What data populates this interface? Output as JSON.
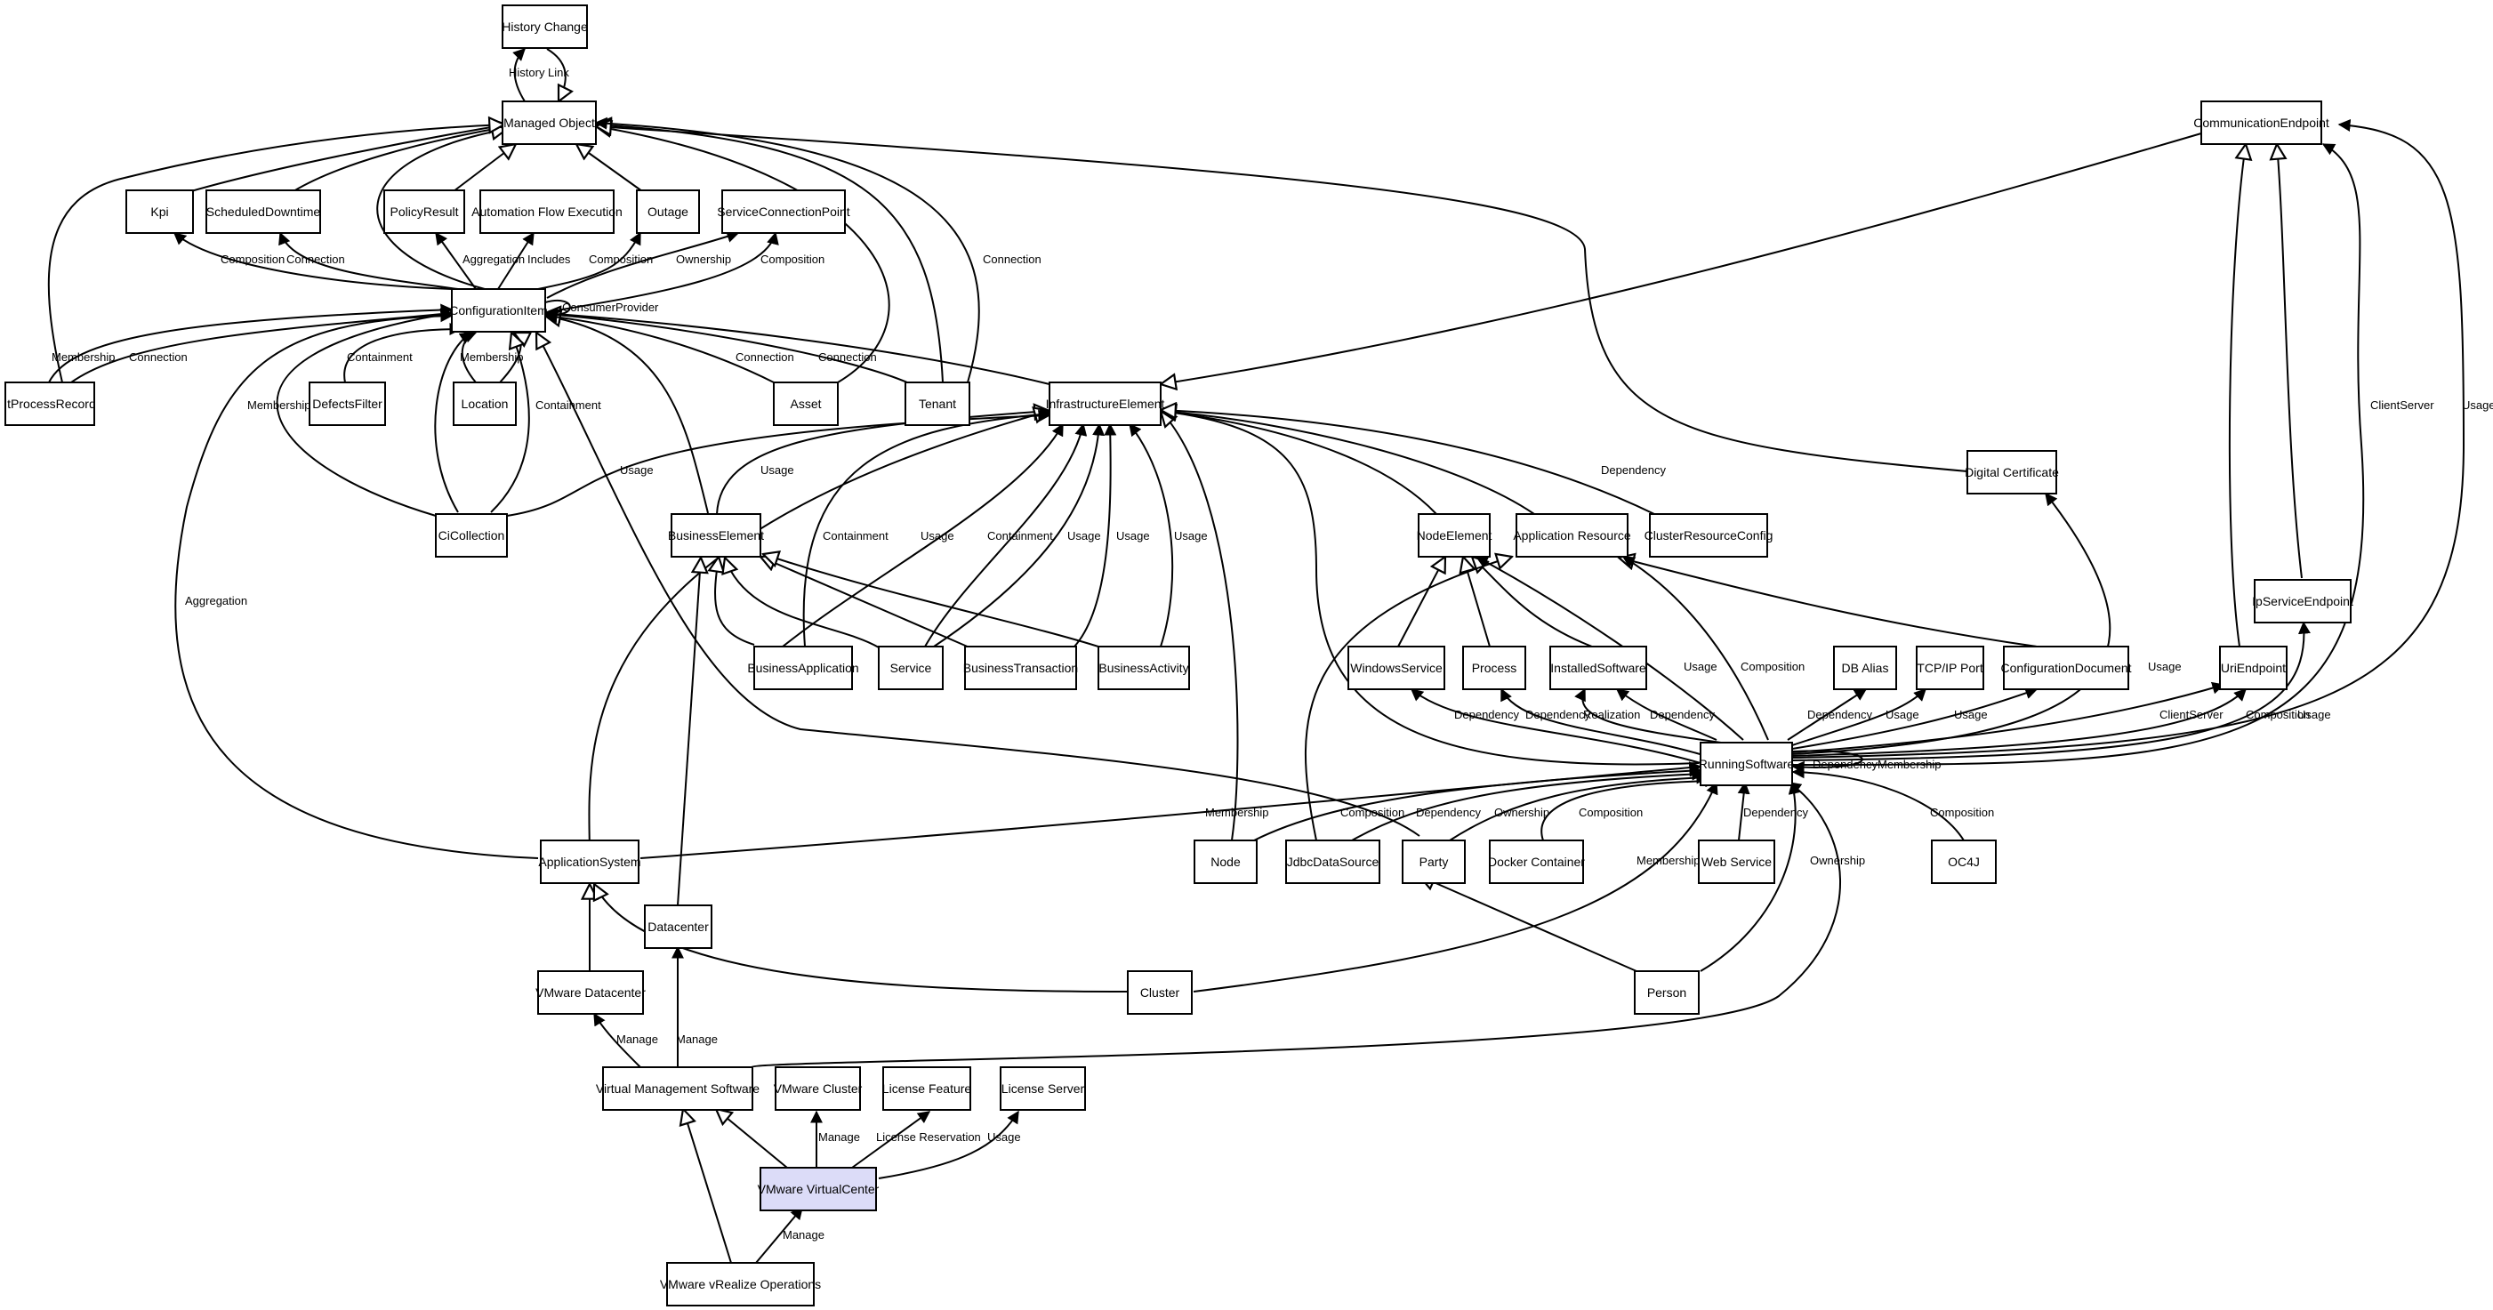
{
  "nodes": {
    "history_change": {
      "label": "History Change"
    },
    "managed_object": {
      "label": "Managed Object"
    },
    "communication_endpoint": {
      "label": "CommunicationEndpoint"
    },
    "kpi": {
      "label": "Kpi"
    },
    "scheduled_downtime": {
      "label": "ScheduledDowntime"
    },
    "policy_result": {
      "label": "PolicyResult"
    },
    "automation_flow_execution": {
      "label": "Automation Flow Execution"
    },
    "outage": {
      "label": "Outage"
    },
    "service_connection_point": {
      "label": "ServiceConnectionPoint"
    },
    "configuration_item": {
      "label": "ConfigurationItem"
    },
    "it_process_record": {
      "label": "ItProcessRecord"
    },
    "defects_filter": {
      "label": "DefectsFilter"
    },
    "location": {
      "label": "Location"
    },
    "asset": {
      "label": "Asset"
    },
    "tenant": {
      "label": "Tenant"
    },
    "infrastructure_element": {
      "label": "InfrastructureElement"
    },
    "digital_certificate": {
      "label": "Digital Certificate"
    },
    "ci_collection": {
      "label": "CiCollection"
    },
    "business_element": {
      "label": "BusinessElement"
    },
    "node_element": {
      "label": "NodeElement"
    },
    "application_resource": {
      "label": "Application Resource"
    },
    "cluster_resource_config": {
      "label": "ClusterResourceConfig"
    },
    "ip_service_endpoint": {
      "label": "IpServiceEndpoint"
    },
    "business_application": {
      "label": "BusinessApplication"
    },
    "service": {
      "label": "Service"
    },
    "business_transaction": {
      "label": "BusinessTransaction"
    },
    "business_activity": {
      "label": "BusinessActivity"
    },
    "windows_service": {
      "label": "WindowsService"
    },
    "process": {
      "label": "Process"
    },
    "installed_software": {
      "label": "InstalledSoftware"
    },
    "db_alias": {
      "label": "DB Alias"
    },
    "tcpip_port": {
      "label": "TCP/IP Port"
    },
    "configuration_document": {
      "label": "ConfigurationDocument"
    },
    "uri_endpoint": {
      "label": "UriEndpoint"
    },
    "running_software": {
      "label": "RunningSoftware"
    },
    "application_system": {
      "label": "ApplicationSystem"
    },
    "node": {
      "label": "Node"
    },
    "jdbc_data_source": {
      "label": "JdbcDataSource"
    },
    "party": {
      "label": "Party"
    },
    "docker_container": {
      "label": "Docker Container"
    },
    "web_service": {
      "label": "Web Service"
    },
    "oc4j": {
      "label": "OC4J"
    },
    "datacenter": {
      "label": "Datacenter"
    },
    "vmware_datacenter": {
      "label": "VMware Datacenter"
    },
    "cluster": {
      "label": "Cluster"
    },
    "person": {
      "label": "Person"
    },
    "virtual_management_software": {
      "label": "Virtual Management Software"
    },
    "vmware_cluster": {
      "label": "VMware Cluster"
    },
    "license_feature": {
      "label": "License Feature"
    },
    "license_server": {
      "label": "License Server"
    },
    "vmware_virtualcenter": {
      "label": "VMware VirtualCenter"
    },
    "vmware_vrealize_operations": {
      "label": "VMware vRealize Operations"
    }
  },
  "edge_labels": {
    "history_link": "History Link",
    "kpi_composition": "Composition",
    "sd_connection": "Connection",
    "pr_aggregation": "Aggregation",
    "afe_includes": "Includes",
    "outage_composition": "Composition",
    "scp_ownership": "Ownership",
    "scp_composition": "Composition",
    "ci_consumer_provider": "ConsumerProvider",
    "tenant_connection": "Connection",
    "itpr_membership": "Membership",
    "itpr_connection": "Connection",
    "df_containment": "Containment",
    "loc_membership": "Membership",
    "asset_connection": "Connection",
    "tenant_connection2": "Connection",
    "cic_membership": "Membership",
    "cic_containment": "Containment",
    "cic_usage": "Usage",
    "be_usage": "Usage",
    "ie_dependency": "Dependency",
    "ba_containment": "Containment",
    "ba_usage": "Usage",
    "svc_containment": "Containment",
    "bt_usage": "Usage",
    "svc_usage": "Usage",
    "bact_usage": "Usage",
    "as_aggregation": "Aggregation",
    "cep_clientserver": "ClientServer",
    "cep_usage": "Usage",
    "dc_usage": "Usage",
    "ws_dependency": "Dependency",
    "proc_dependency": "Dependency",
    "is_realization": "Realization",
    "is_dependency": "Dependency",
    "rs_ne_usage": "Usage",
    "rs_ar_composition": "Composition",
    "dbalias_dependency": "Dependency",
    "tcp_usage": "Usage",
    "cd_usage": "Usage",
    "uri_clientserver": "ClientServer",
    "uri_composition": "Composition",
    "ipse_usage": "Usage",
    "rs_self": "DependencyMembership",
    "as_membership": "Membership",
    "node_composition": "Composition",
    "jdbc_dependency": "Dependency",
    "party_ownership": "Ownership",
    "docker_composition": "Composition",
    "web_dependency": "Dependency",
    "oc4j_composition": "Composition",
    "cluster_membership": "Membership",
    "person_ownership": "Ownership",
    "vmdc_manage": "Manage",
    "dc_manage": "Manage",
    "vmc_manage": "Manage",
    "lf_reservation": "License Reservation",
    "ls_usage": "Usage",
    "vro_manage": "Manage"
  }
}
